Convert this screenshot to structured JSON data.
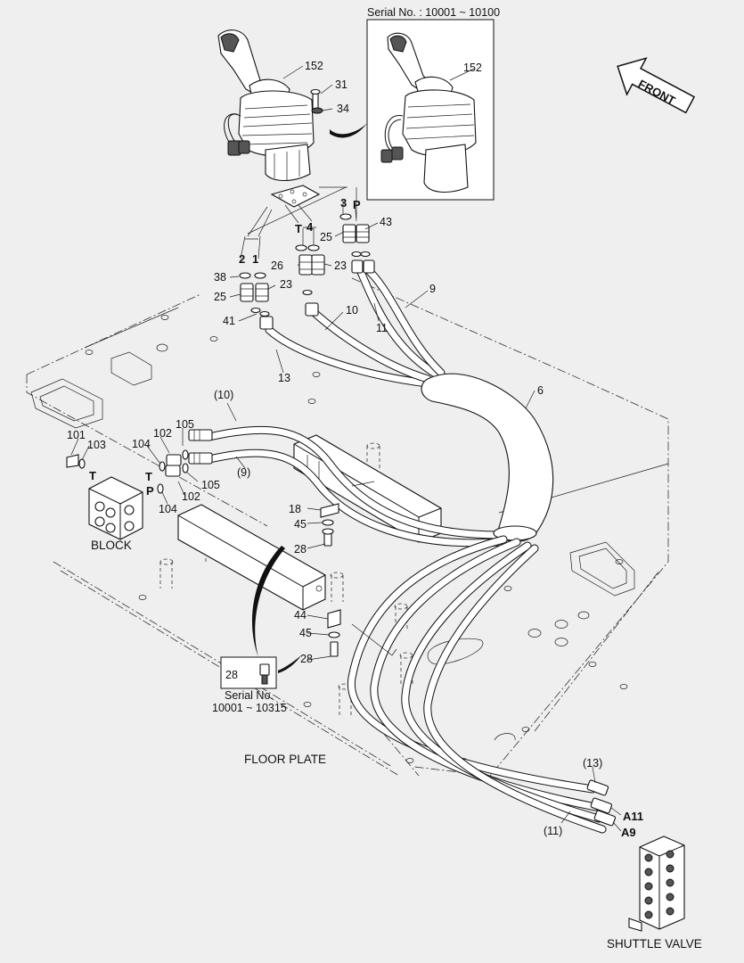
{
  "inset_top": {
    "serial": "Serial No. : 10001 ~ 10100",
    "part": "152"
  },
  "inset_bottom": {
    "part": "28",
    "serial_line1": "Serial No.",
    "serial_line2": "10001 ~ 10315"
  },
  "front_arrow": "FRONT",
  "captions": {
    "floor_plate": "FLOOR PLATE",
    "block": "BLOCK",
    "shuttle_valve": "SHUTTLE VALVE"
  },
  "ports": {
    "T_top": "T",
    "four": "4",
    "three": "3",
    "P_top": "P",
    "two": "2",
    "one": "1",
    "T_block": "T",
    "T_fitting": "T",
    "P_fitting": "P",
    "A11": "A11",
    "A9": "A9"
  },
  "callouts": {
    "c152": "152",
    "c31": "31",
    "c34": "34",
    "c43": "43",
    "c25a": "25",
    "c26": "26",
    "c23a": "23",
    "c38": "38",
    "c25b": "25",
    "c23b": "23",
    "c41": "41",
    "c9": "9",
    "c10": "10",
    "c11": "11",
    "c13": "13",
    "c6": "6",
    "c10p": "(10)",
    "c9p": "(9)",
    "c101": "101",
    "c103": "103",
    "c102a": "102",
    "c105a": "105",
    "c104a": "104",
    "c105b": "105",
    "c102b": "102",
    "c104b": "104",
    "c18": "18",
    "c45a": "45",
    "c28a": "28",
    "c44": "44",
    "c45b": "45",
    "c28b": "28",
    "c13p": "(13)",
    "c11p": "(11)"
  }
}
